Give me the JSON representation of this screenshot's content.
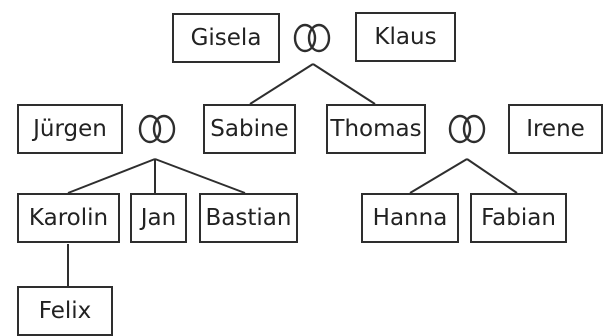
{
  "people": {
    "gisela": "Gisela",
    "klaus": "Klaus",
    "juergen": "Jürgen",
    "sabine": "Sabine",
    "thomas": "Thomas",
    "irene": "Irene",
    "karolin": "Karolin",
    "jan": "Jan",
    "bastian": "Bastian",
    "hanna": "Hanna",
    "fabian": "Fabian",
    "felix": "Felix"
  },
  "marriage_symbol": "marriage-rings-icon",
  "colors": {
    "line": "#2e2e2e",
    "text": "#222222"
  }
}
